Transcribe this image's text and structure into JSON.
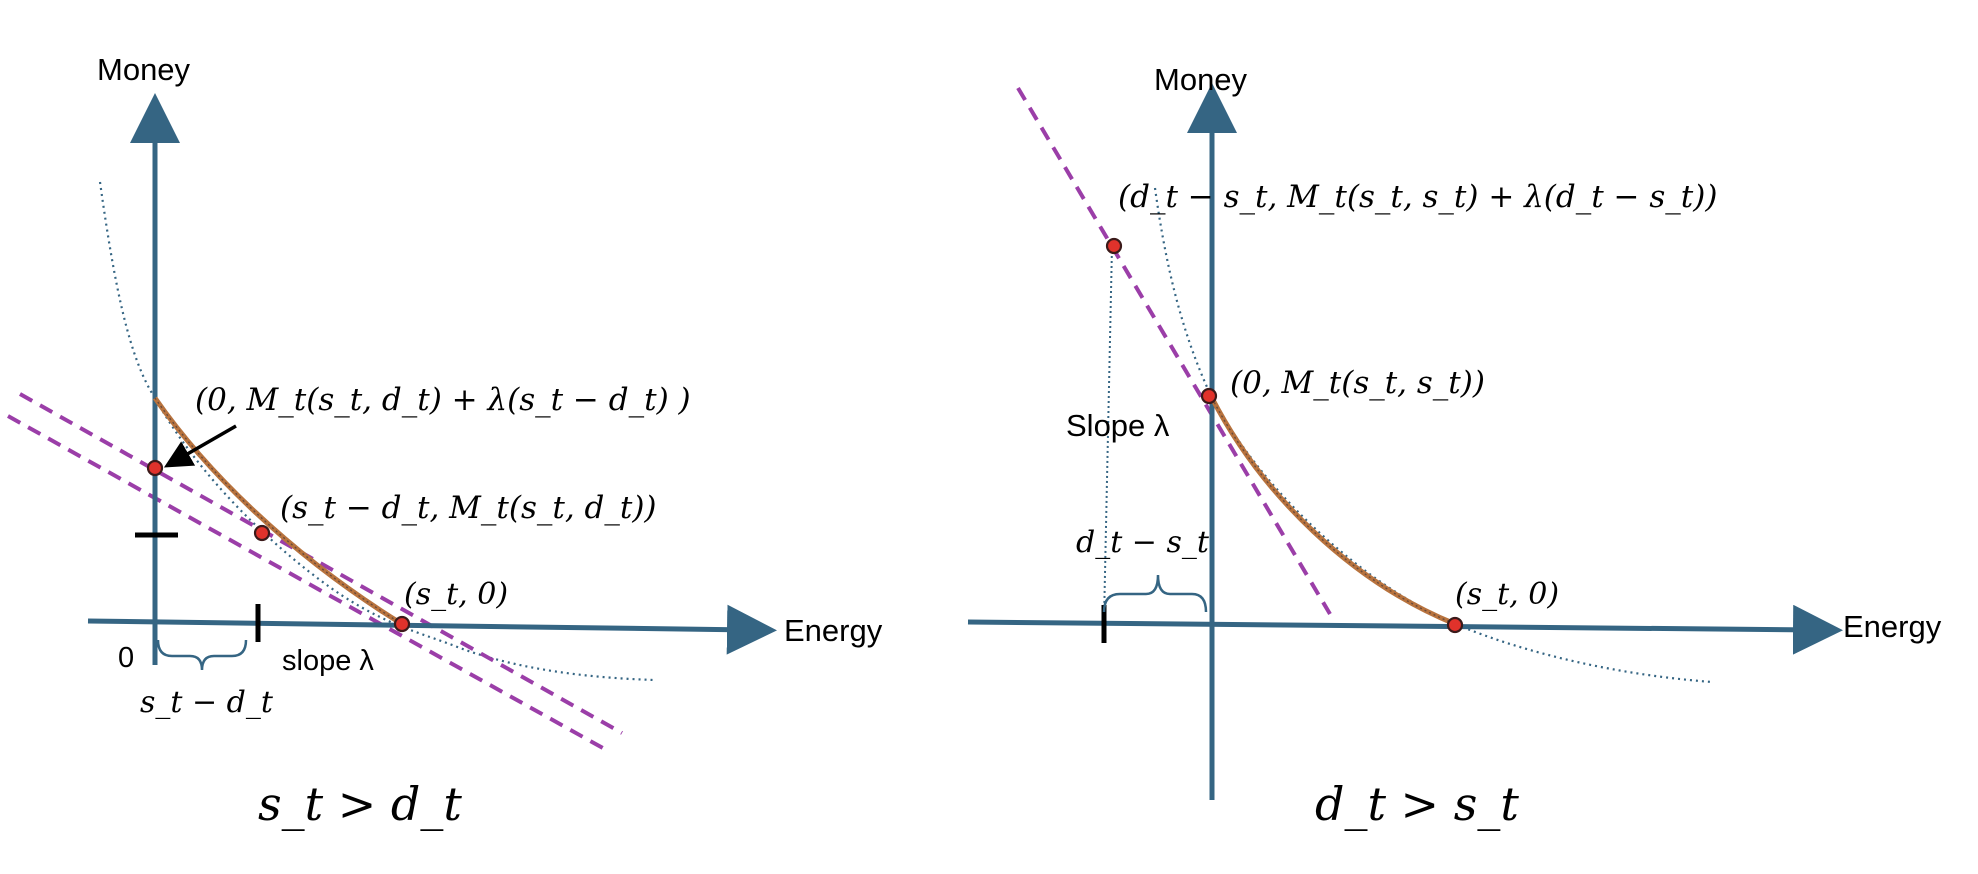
{
  "panels": {
    "left": {
      "y_axis_label": "Money",
      "x_axis_label": "Energy",
      "origin_label": "0",
      "point_intercept_label": "(0, M_t(s_t, d_t) + λ(s_t − d_t) )",
      "point_mid_label": "(s_t − d_t, M_t(s_t, d_t))",
      "point_x_label": "(s_t, 0)",
      "slope_label": "slope λ",
      "brace_label": "s_t − d_t",
      "caption": "s_t > d_t"
    },
    "right": {
      "y_axis_label": "Money",
      "x_axis_label": "Energy",
      "point_top_label": "(d_t − s_t, M_t(s_t, s_t) + λ(d_t − s_t))",
      "point_intercept_label": "(0, M_t(s_t, s_t))",
      "point_x_label": "(s_t, 0)",
      "slope_label": "Slope λ",
      "brace_label": "d_t − s_t",
      "caption": "d_t > s_t"
    }
  },
  "colors": {
    "axis": "#356583",
    "dashed_line": "#9b3ea8",
    "curve": "#b8733e",
    "point_fill": "#e0322b"
  }
}
